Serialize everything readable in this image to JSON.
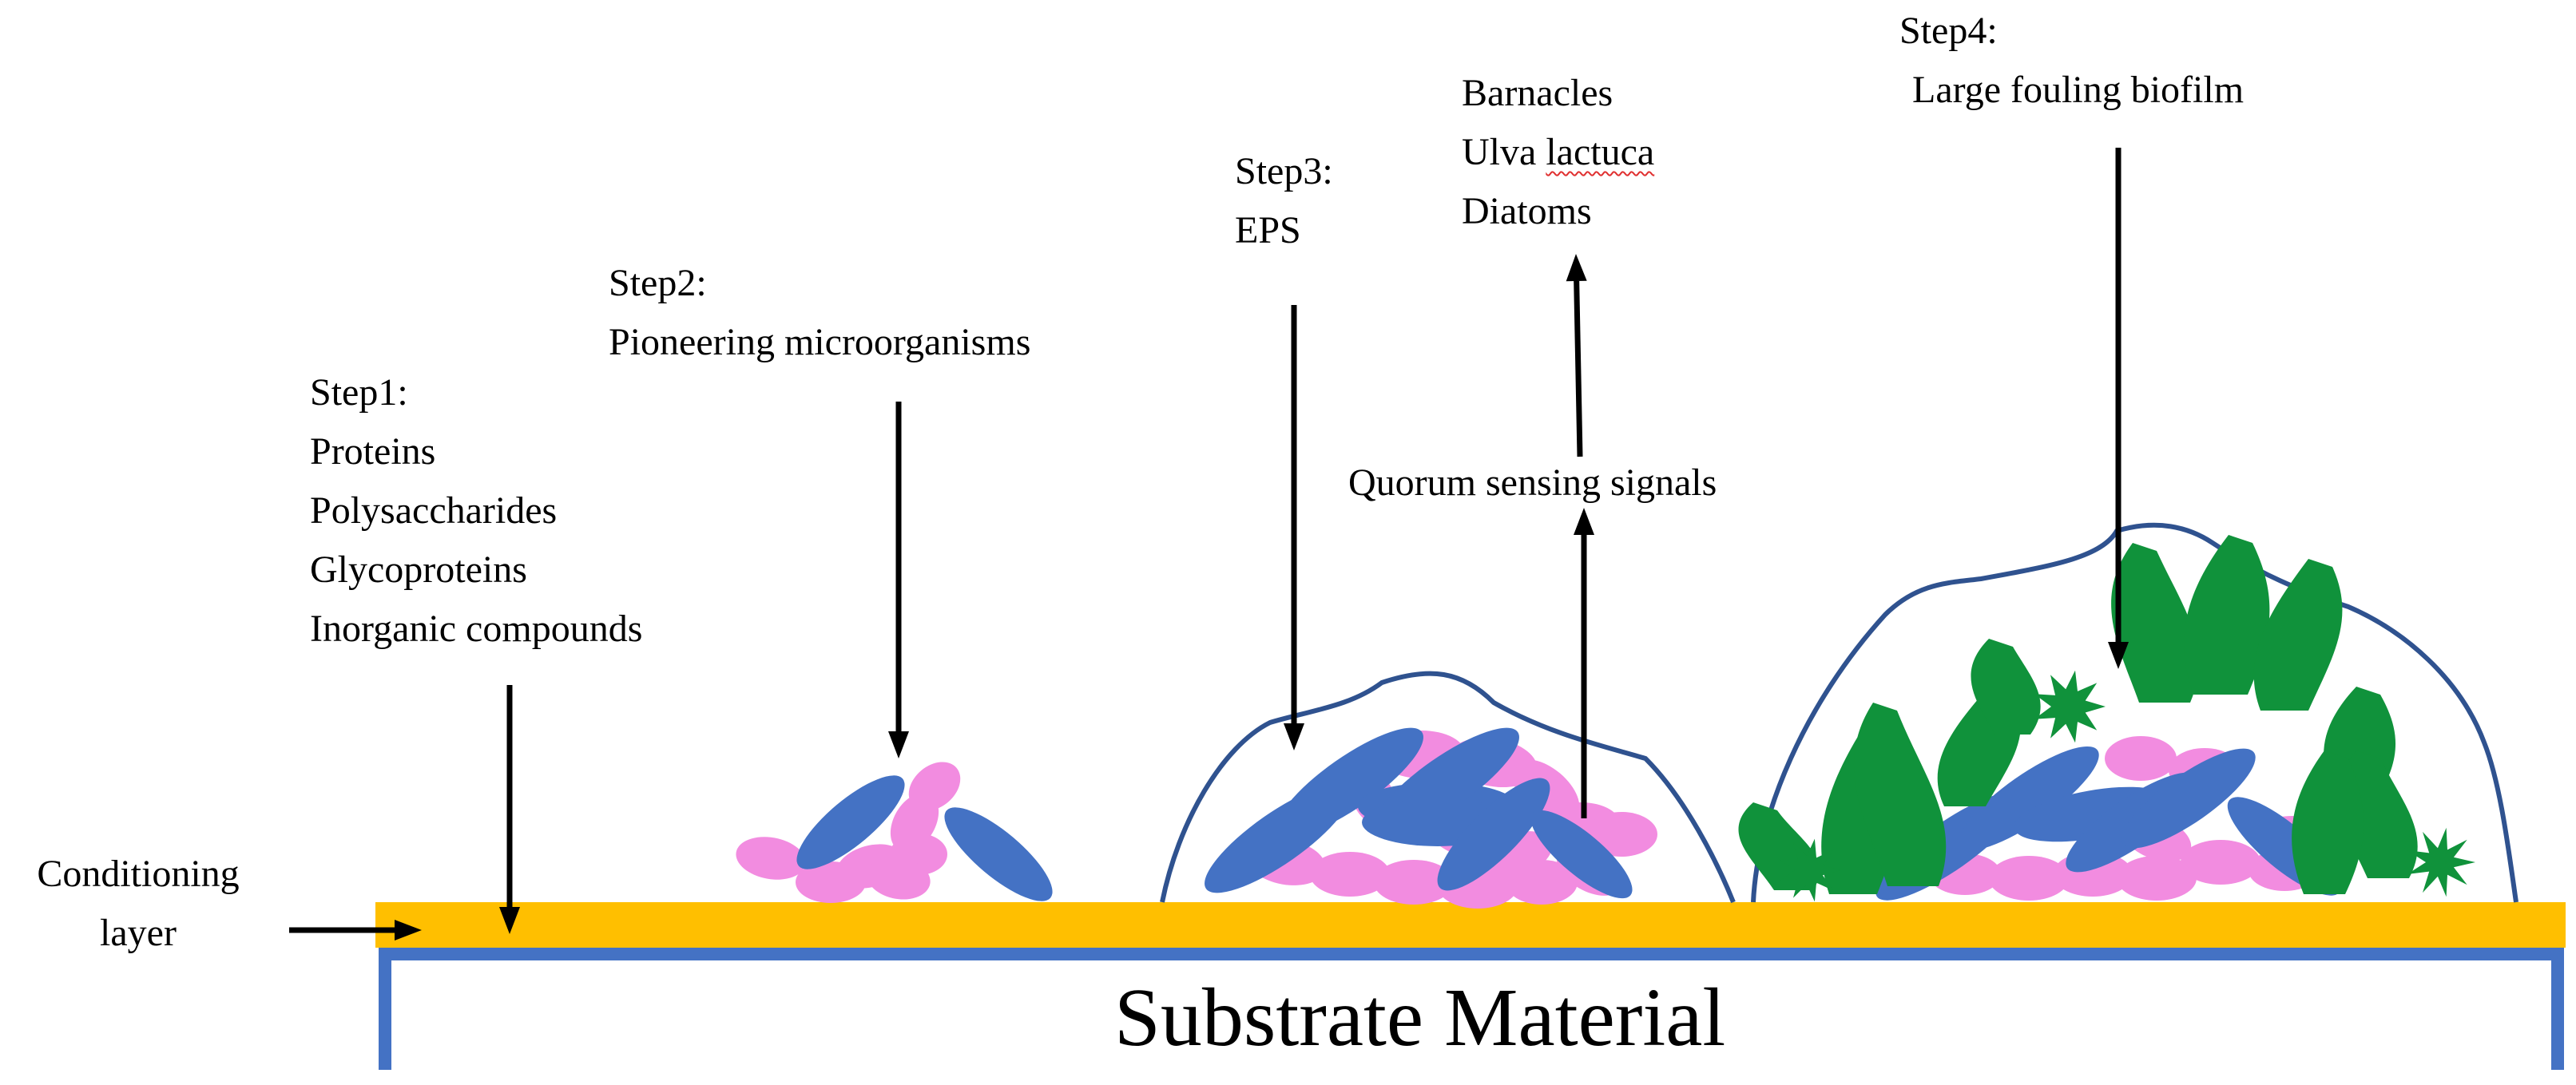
{
  "colors": {
    "conditioning_layer": "#ffbf00",
    "substrate_outline": "#4472c4",
    "eps_outline": "#2f528f",
    "bacteria_blue": "#4472c4",
    "bacteria_pink": "#f28ce0",
    "algae_green": "#10923b",
    "arrow": "#000000",
    "text": "#000000"
  },
  "step1": {
    "title": "Step1:",
    "items": [
      "Proteins",
      "Polysaccharides",
      "Glycoproteins",
      "Inorganic compounds"
    ]
  },
  "step2": {
    "title": "Step2:",
    "subtitle": "Pioneering microorganisms"
  },
  "step3": {
    "title": "Step3:",
    "subtitle": "EPS"
  },
  "step4": {
    "title": "Step4:",
    "subtitle": "Large fouling biofilm"
  },
  "organisms": [
    "Barnacles",
    "Ulva lactuca",
    "Diatoms"
  ],
  "quorum_label": "Quorum sensing signals",
  "conditioning_label": [
    "Conditioning",
    "layer"
  ],
  "substrate_label": "Substrate Material"
}
